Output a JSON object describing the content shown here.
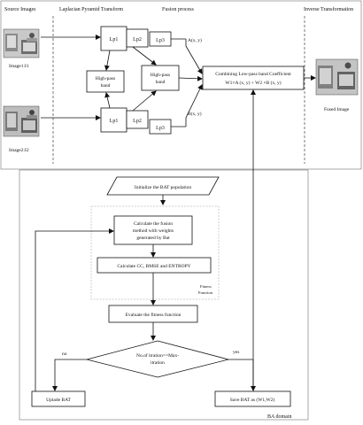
{
  "top": {
    "headers": {
      "source": "Source Images",
      "laplacian": "Laplacian Pyramid Transform",
      "fusion": "Fusion process",
      "inverse": "Inverse Transformation"
    },
    "image1_label": "Image1:I1",
    "image2_label": "Image2:I2",
    "lp1": "Lp1",
    "lp2": "Lp2",
    "lp3": "Lp3",
    "highpass": [
      "High-pass",
      "band"
    ],
    "highpass2": [
      "High-pass",
      "band"
    ],
    "ax": "A(x, y)",
    "bx": "B(x, y)",
    "combine": [
      "Combining Low-pass band Coefficient",
      "W1×A (x, y) + W2 ×B (x, y)"
    ],
    "fused_label": "Fused Image"
  },
  "bottom": {
    "init": "Initialize the BAT population",
    "calc_fusion": [
      "Calculate the fusion",
      "method with weights",
      "generated by Bat"
    ],
    "calc_cc": "Calculate CC, RMSE and ENTROPY",
    "fitness_fn": [
      "Fitness",
      "Function"
    ],
    "evaluate": "Evaluate the fitness function",
    "decision": [
      "No.of itration==Max-",
      "itration"
    ],
    "no": "no",
    "yes": "yes",
    "update": "Uptade BAT",
    "save": "Save BAT as (W1,W2)",
    "domain": "BA domain"
  }
}
